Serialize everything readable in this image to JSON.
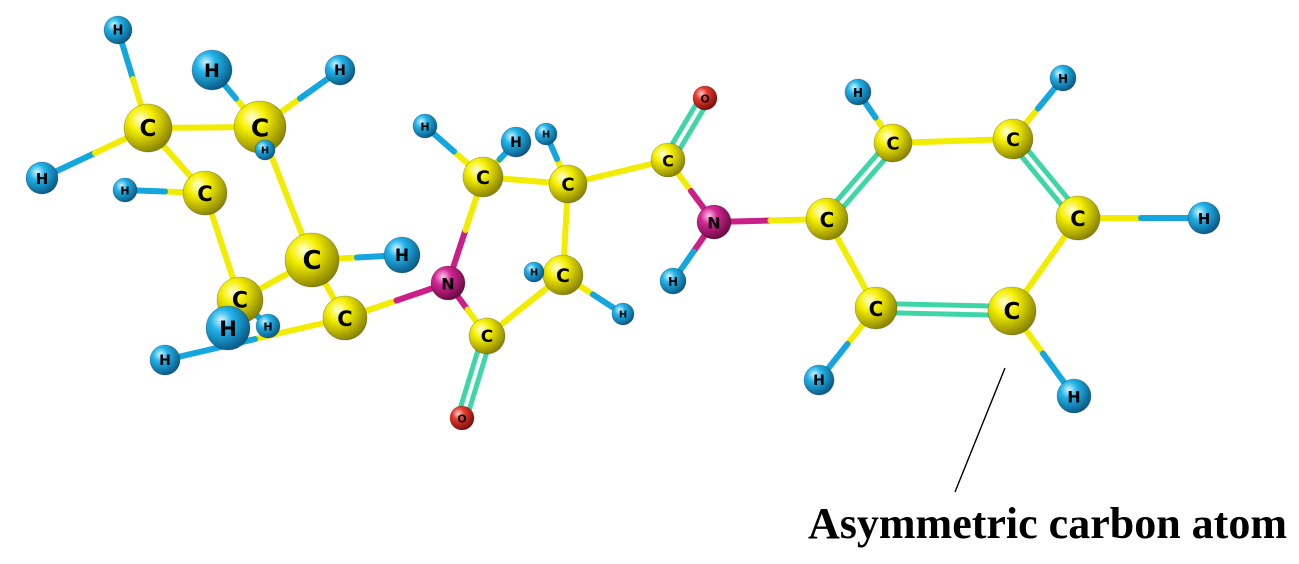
{
  "caption": "Asymmetric carbon atom",
  "atoms": [
    {
      "id": "h1",
      "element": "H",
      "label": "H"
    },
    {
      "id": "h2",
      "element": "H",
      "label": "H"
    },
    {
      "id": "h3",
      "element": "H",
      "label": "H"
    },
    {
      "id": "c1",
      "element": "C",
      "label": "C"
    },
    {
      "id": "c2",
      "element": "C",
      "label": "C"
    },
    {
      "id": "h4",
      "element": "H",
      "label": "H"
    },
    {
      "id": "h5",
      "element": "H",
      "label": "H"
    },
    {
      "id": "c3",
      "element": "C",
      "label": "C"
    },
    {
      "id": "c4",
      "element": "C",
      "label": "C"
    },
    {
      "id": "h6",
      "element": "H",
      "label": "H"
    },
    {
      "id": "c5",
      "element": "C",
      "label": "C"
    },
    {
      "id": "h7",
      "element": "H",
      "label": "H"
    },
    {
      "id": "h8",
      "element": "H",
      "label": "H"
    },
    {
      "id": "h9",
      "element": "H",
      "label": "H"
    },
    {
      "id": "c6",
      "element": "C",
      "label": "C"
    },
    {
      "id": "h10",
      "element": "H",
      "label": "H"
    },
    {
      "id": "n1",
      "element": "N",
      "label": "N"
    },
    {
      "id": "c7",
      "element": "C",
      "label": "C"
    },
    {
      "id": "h11",
      "element": "H",
      "label": "H"
    },
    {
      "id": "h12",
      "element": "H",
      "label": "H"
    },
    {
      "id": "c8",
      "element": "C",
      "label": "C"
    },
    {
      "id": "h13",
      "element": "H",
      "label": "H"
    },
    {
      "id": "c9",
      "element": "C",
      "label": "C"
    },
    {
      "id": "h14",
      "element": "H",
      "label": "H"
    },
    {
      "id": "h15",
      "element": "H",
      "label": "H"
    },
    {
      "id": "c10",
      "element": "C",
      "label": "C"
    },
    {
      "id": "o1",
      "element": "O",
      "label": "O"
    },
    {
      "id": "c11",
      "element": "C",
      "label": "C"
    },
    {
      "id": "o2",
      "element": "O",
      "label": "O"
    },
    {
      "id": "n2",
      "element": "N",
      "label": "N"
    },
    {
      "id": "h16",
      "element": "H",
      "label": "H"
    },
    {
      "id": "c12",
      "element": "C",
      "label": "C"
    },
    {
      "id": "c13",
      "element": "C",
      "label": "C"
    },
    {
      "id": "h17",
      "element": "H",
      "label": "H"
    },
    {
      "id": "c14",
      "element": "C",
      "label": "C"
    },
    {
      "id": "h18",
      "element": "H",
      "label": "H"
    },
    {
      "id": "c15",
      "element": "C",
      "label": "C"
    },
    {
      "id": "h19",
      "element": "H",
      "label": "H"
    },
    {
      "id": "c16",
      "element": "C",
      "label": "C"
    },
    {
      "id": "h20",
      "element": "H",
      "label": "H"
    },
    {
      "id": "c17",
      "element": "C",
      "label": "C"
    },
    {
      "id": "h21",
      "element": "H",
      "label": "H"
    }
  ],
  "bonds": [
    {
      "a": "h1",
      "b": "c1"
    },
    {
      "a": "h2",
      "b": "c1"
    },
    {
      "a": "c1",
      "b": "c2"
    },
    {
      "a": "c1",
      "b": "c3"
    },
    {
      "a": "c2",
      "b": "h4"
    },
    {
      "a": "c2",
      "b": "h5"
    },
    {
      "a": "c2",
      "b": "c4"
    },
    {
      "a": "c2",
      "b": "h7"
    },
    {
      "a": "c3",
      "b": "h3"
    },
    {
      "a": "c3",
      "b": "c5"
    },
    {
      "a": "c4",
      "b": "h6"
    },
    {
      "a": "c4",
      "b": "c5"
    },
    {
      "a": "c4",
      "b": "c6"
    },
    {
      "a": "c5",
      "b": "h8"
    },
    {
      "a": "c5",
      "b": "h9"
    },
    {
      "a": "c6",
      "b": "h10"
    },
    {
      "a": "c6",
      "b": "n1"
    },
    {
      "a": "n1",
      "b": "c7"
    },
    {
      "a": "n1",
      "b": "c10"
    },
    {
      "a": "c7",
      "b": "h11"
    },
    {
      "a": "c7",
      "b": "h12"
    },
    {
      "a": "c7",
      "b": "c8"
    },
    {
      "a": "c8",
      "b": "h13"
    },
    {
      "a": "c8",
      "b": "c9"
    },
    {
      "a": "c8",
      "b": "c11"
    },
    {
      "a": "c9",
      "b": "h14"
    },
    {
      "a": "c9",
      "b": "h15"
    },
    {
      "a": "c9",
      "b": "c10"
    },
    {
      "a": "c10",
      "b": "o1",
      "order": 2
    },
    {
      "a": "c11",
      "b": "o2",
      "order": 2
    },
    {
      "a": "c11",
      "b": "n2"
    },
    {
      "a": "n2",
      "b": "h16"
    },
    {
      "a": "n2",
      "b": "c12"
    },
    {
      "a": "c12",
      "b": "c13",
      "order": 2
    },
    {
      "a": "c12",
      "b": "c16"
    },
    {
      "a": "c13",
      "b": "h17"
    },
    {
      "a": "c13",
      "b": "c14"
    },
    {
      "a": "c14",
      "b": "h18"
    },
    {
      "a": "c14",
      "b": "c15",
      "order": 2
    },
    {
      "a": "c15",
      "b": "h19"
    },
    {
      "a": "c15",
      "b": "c17"
    },
    {
      "a": "c16",
      "b": "h20"
    },
    {
      "a": "c16",
      "b": "c17",
      "order": 2
    },
    {
      "a": "c17",
      "b": "h21"
    }
  ],
  "colors": {
    "C": "#f2ec00",
    "H": "#14a6df",
    "N": "#cc1e88",
    "O": "#e8342c",
    "double_bond": "#3ed6a6",
    "label": "#000000"
  }
}
